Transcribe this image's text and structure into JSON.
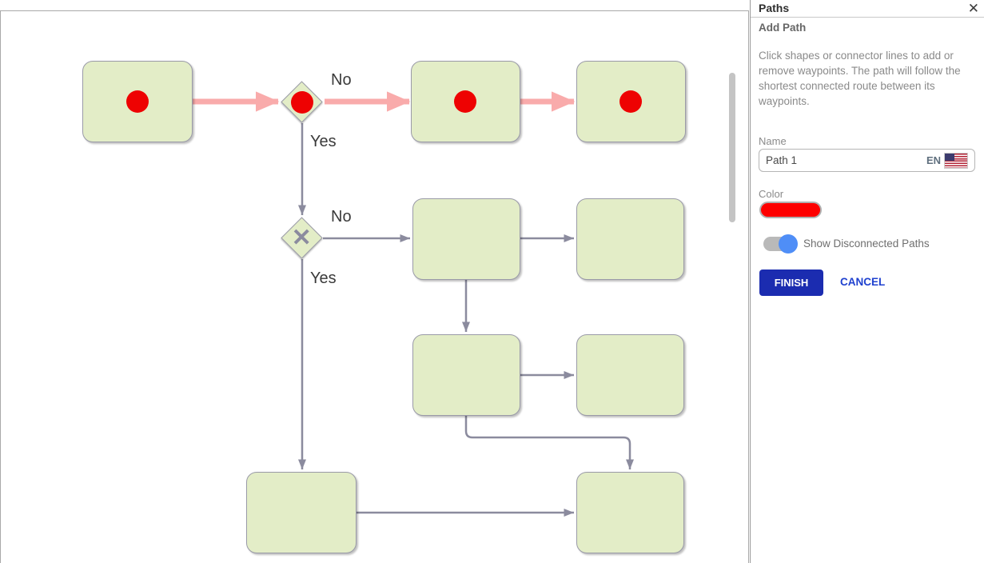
{
  "panel": {
    "title": "Paths",
    "section_title": "Add Path",
    "description": "Click shapes or connector lines to add or remove waypoints. The path will follow the shortest connected route between its waypoints.",
    "name_label": "Name",
    "name_value": "Path 1",
    "lang_code": "EN",
    "color_label": "Color",
    "color_value": "#fe0000",
    "toggle_label": "Show Disconnected Paths",
    "toggle_state": "on",
    "finish_label": "FINISH",
    "cancel_label": "CANCEL"
  },
  "icons": {
    "close": "✕",
    "gateway_cross": "✕",
    "us_flag": "us-flag"
  },
  "diagram": {
    "path_color": "#f9abab",
    "waypoint_color": "#ee0202",
    "shape_fill": "#e3edc7",
    "shape_border": "#9a9aa8",
    "connector_color": "#8b8b9e",
    "edge_labels": [
      {
        "id": "gateway1-no",
        "text": "No"
      },
      {
        "id": "gateway1-yes",
        "text": "Yes"
      },
      {
        "id": "gateway2-no",
        "text": "No"
      },
      {
        "id": "gateway2-yes",
        "text": "Yes"
      }
    ]
  }
}
